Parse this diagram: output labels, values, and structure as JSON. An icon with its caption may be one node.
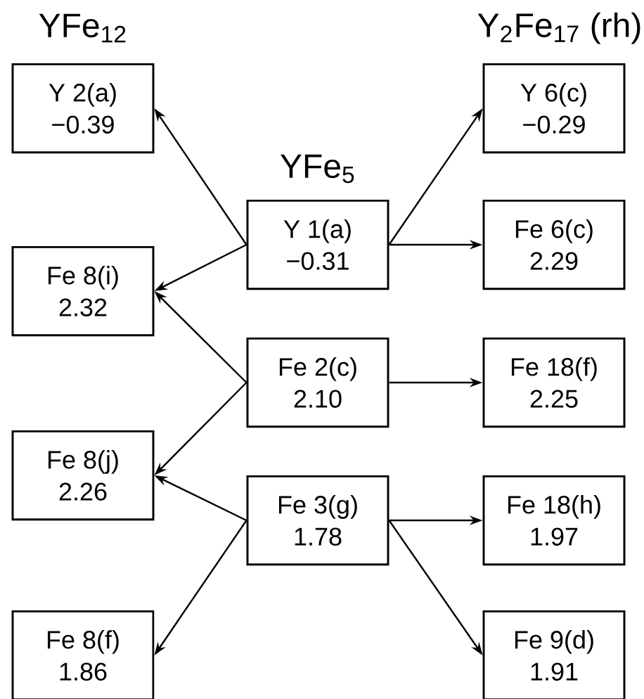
{
  "diagram": {
    "nodes": [
      {
        "text": [
          "Y 2(a)",
          "−0.39"
        ]
      },
      {
        "text": [
          "Y 6(c)",
          "−0.29"
        ]
      },
      {
        "text": [
          "Y 1(a)",
          "−0.31"
        ]
      },
      {
        "text": [
          "Fe 6(c)",
          "2.29"
        ]
      },
      {
        "text": [
          "Fe 8(i)",
          "2.32"
        ]
      },
      {
        "text": [
          "Fe 2(c)",
          "2.10"
        ]
      },
      {
        "text": [
          "Fe 18(f)",
          "2.25"
        ]
      },
      {
        "text": [
          "Fe 8(j)",
          "2.26"
        ]
      },
      {
        "text": [
          "Fe 3(g)",
          "1.78"
        ]
      },
      {
        "text": [
          "Fe 18(h)",
          "1.97"
        ]
      },
      {
        "text": [
          "Fe 8(f)",
          "1.86"
        ]
      },
      {
        "text": [
          "Fe 9(d)",
          "1.91"
        ]
      }
    ],
    "edges": [
      {
        "from": 2,
        "to": 0,
        "arrow": "to"
      },
      {
        "from": 2,
        "to": 4,
        "arrow": "to"
      },
      {
        "from": 2,
        "to": 1,
        "arrow": "to"
      },
      {
        "from": 2,
        "to": 3,
        "arrow": "to"
      },
      {
        "from": 5,
        "to": 4,
        "arrow": "to"
      },
      {
        "from": 5,
        "to": 7,
        "arrow": "to"
      },
      {
        "from": 5,
        "to": 6,
        "arrow": "to"
      },
      {
        "from": 8,
        "to": 7,
        "arrow": "to"
      },
      {
        "from": 8,
        "to": 10,
        "arrow": "to"
      },
      {
        "from": 8,
        "to": 9,
        "arrow": "to"
      },
      {
        "from": 8,
        "to": 11,
        "arrow": "to"
      }
    ],
    "labels": [
      "YFe$_{12}$",
      "Y$_{2}$Fe$_{17}$ (rh)",
      "YFe$_{5}$"
    ]
  }
}
